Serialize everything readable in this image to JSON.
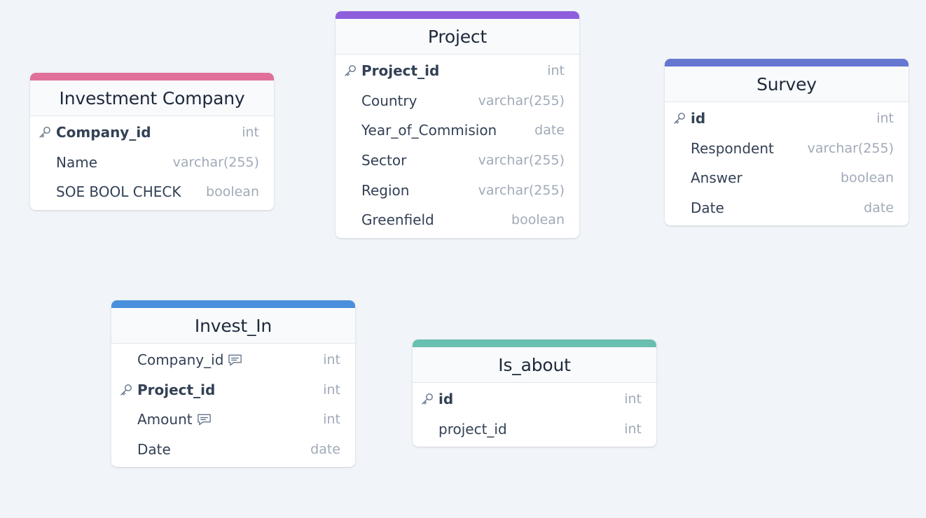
{
  "diagram": {
    "tables": [
      {
        "id": "investment_company",
        "name": "Investment Company",
        "accent": "#e0709a",
        "fields": [
          {
            "name": "Company_id",
            "type": "int",
            "pk": true,
            "note": false
          },
          {
            "name": "Name",
            "type": "varchar(255)",
            "pk": false,
            "note": false
          },
          {
            "name": "SOE BOOL CHECK",
            "type": "boolean",
            "pk": false,
            "note": false
          }
        ]
      },
      {
        "id": "project",
        "name": "Project",
        "accent": "#8e5fdc",
        "fields": [
          {
            "name": "Project_id",
            "type": "int",
            "pk": true,
            "note": false
          },
          {
            "name": "Country",
            "type": "varchar(255)",
            "pk": false,
            "note": false
          },
          {
            "name": "Year_of_Commision",
            "type": "date",
            "pk": false,
            "note": false
          },
          {
            "name": "Sector",
            "type": "varchar(255)",
            "pk": false,
            "note": false
          },
          {
            "name": "Region",
            "type": "varchar(255)",
            "pk": false,
            "note": false
          },
          {
            "name": "Greenfield",
            "type": "boolean",
            "pk": false,
            "note": false
          }
        ]
      },
      {
        "id": "survey",
        "name": "Survey",
        "accent": "#6577d0",
        "fields": [
          {
            "name": "id",
            "type": "int",
            "pk": true,
            "note": false
          },
          {
            "name": "Respondent",
            "type": "varchar(255)",
            "pk": false,
            "note": false
          },
          {
            "name": "Answer",
            "type": "boolean",
            "pk": false,
            "note": false
          },
          {
            "name": "Date",
            "type": "date",
            "pk": false,
            "note": false
          }
        ]
      },
      {
        "id": "invest_in",
        "name": "Invest_In",
        "accent": "#4a8fdb",
        "fields": [
          {
            "name": "Company_id",
            "type": "int",
            "pk": false,
            "note": true
          },
          {
            "name": "Project_id",
            "type": "int",
            "pk": true,
            "note": false
          },
          {
            "name": "Amount",
            "type": "int",
            "pk": false,
            "note": true
          },
          {
            "name": "Date",
            "type": "date",
            "pk": false,
            "note": false
          }
        ]
      },
      {
        "id": "is_about",
        "name": "Is_about",
        "accent": "#69bfb0",
        "fields": [
          {
            "name": "id",
            "type": "int",
            "pk": true,
            "note": false
          },
          {
            "name": "project_id",
            "type": "int",
            "pk": false,
            "note": false
          }
        ]
      }
    ]
  }
}
